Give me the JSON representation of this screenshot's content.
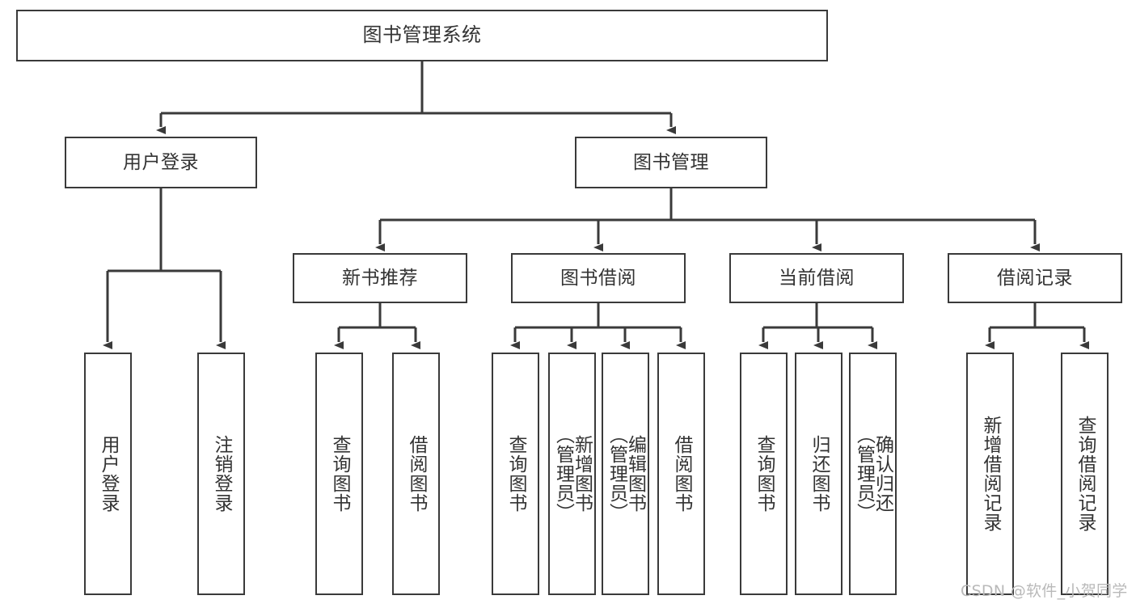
{
  "diagram": {
    "title": "图书管理系统",
    "type": "tree-hierarchy",
    "root": {
      "label": "图书管理系统"
    },
    "level2": [
      {
        "label": "用户登录"
      },
      {
        "label": "图书管理"
      }
    ],
    "level3": [
      {
        "label": "新书推荐"
      },
      {
        "label": "图书借阅"
      },
      {
        "label": "当前借阅"
      },
      {
        "label": "借阅记录"
      }
    ],
    "leaves": {
      "user_login": [
        {
          "label": "用户登录"
        },
        {
          "label": "注销登录"
        }
      ],
      "new_book_recommend": [
        {
          "label": "查询图书"
        },
        {
          "label": "借阅图书"
        }
      ],
      "book_borrow": [
        {
          "label": "查询图书"
        },
        {
          "label": "新增图书\n（管理员）"
        },
        {
          "label": "编辑图书\n（管理员）"
        },
        {
          "label": "借阅图书"
        }
      ],
      "current_borrow": [
        {
          "label": "查询图书"
        },
        {
          "label": "归还图书"
        },
        {
          "label": "确认归还\n（管理员）"
        }
      ],
      "borrow_record": [
        {
          "label": "新增借阅记录"
        },
        {
          "label": "查询借阅记录"
        }
      ]
    }
  },
  "watermark": {
    "text": "CSDN @软件_小贺同学"
  },
  "colors": {
    "stroke": "#3a3a3a",
    "text": "#333333",
    "background": "#ffffff",
    "watermark": "#b9b9b9"
  }
}
